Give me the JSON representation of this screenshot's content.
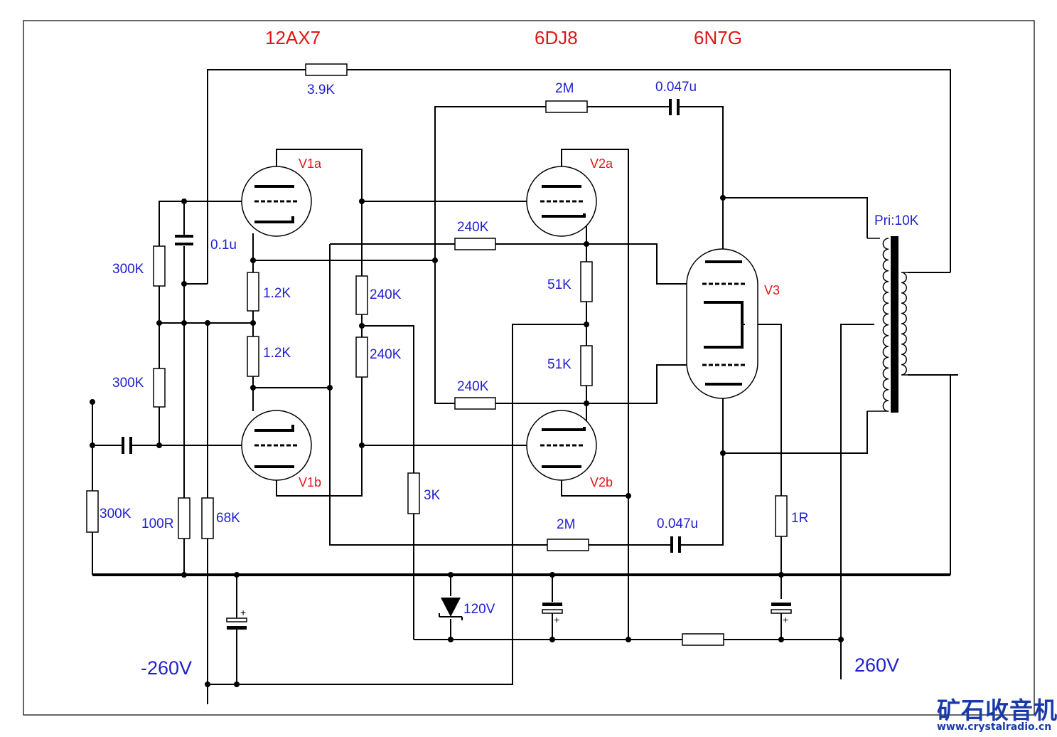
{
  "tube_types": {
    "t1": "12AX7",
    "t2": "6DJ8",
    "t3": "6N7G"
  },
  "tubes": {
    "v1a": "V1a",
    "v1b": "V1b",
    "v2a": "V2a",
    "v2b": "V2b",
    "v3": "V3"
  },
  "components": {
    "r_fb": "3.9K",
    "r_2m_top": "2M",
    "c_top": "0.047u",
    "r_300k_1": "300K",
    "c_01u": "0.1u",
    "r_12k_1": "1.2K",
    "r_12k_2": "1.2K",
    "r_240k_v1": "240K",
    "r_240k_v2": "240K",
    "r_300k_2": "300K",
    "r_300k_in": "300K",
    "r_100r": "100R",
    "r_68k": "68K",
    "r_240k_top": "240K",
    "r_240k_bot": "240K",
    "r_51k_1": "51K",
    "r_51k_2": "51K",
    "r_3k": "3K",
    "r_2m_bot": "2M",
    "c_bot": "0.047u",
    "r_1r": "1R",
    "zener": "120V",
    "transformer": "Pri:10K"
  },
  "supplies": {
    "neg": "-260V",
    "pos": "260V"
  },
  "watermark": {
    "name": "矿石收音机",
    "url": "www.crystalradio.cn"
  }
}
